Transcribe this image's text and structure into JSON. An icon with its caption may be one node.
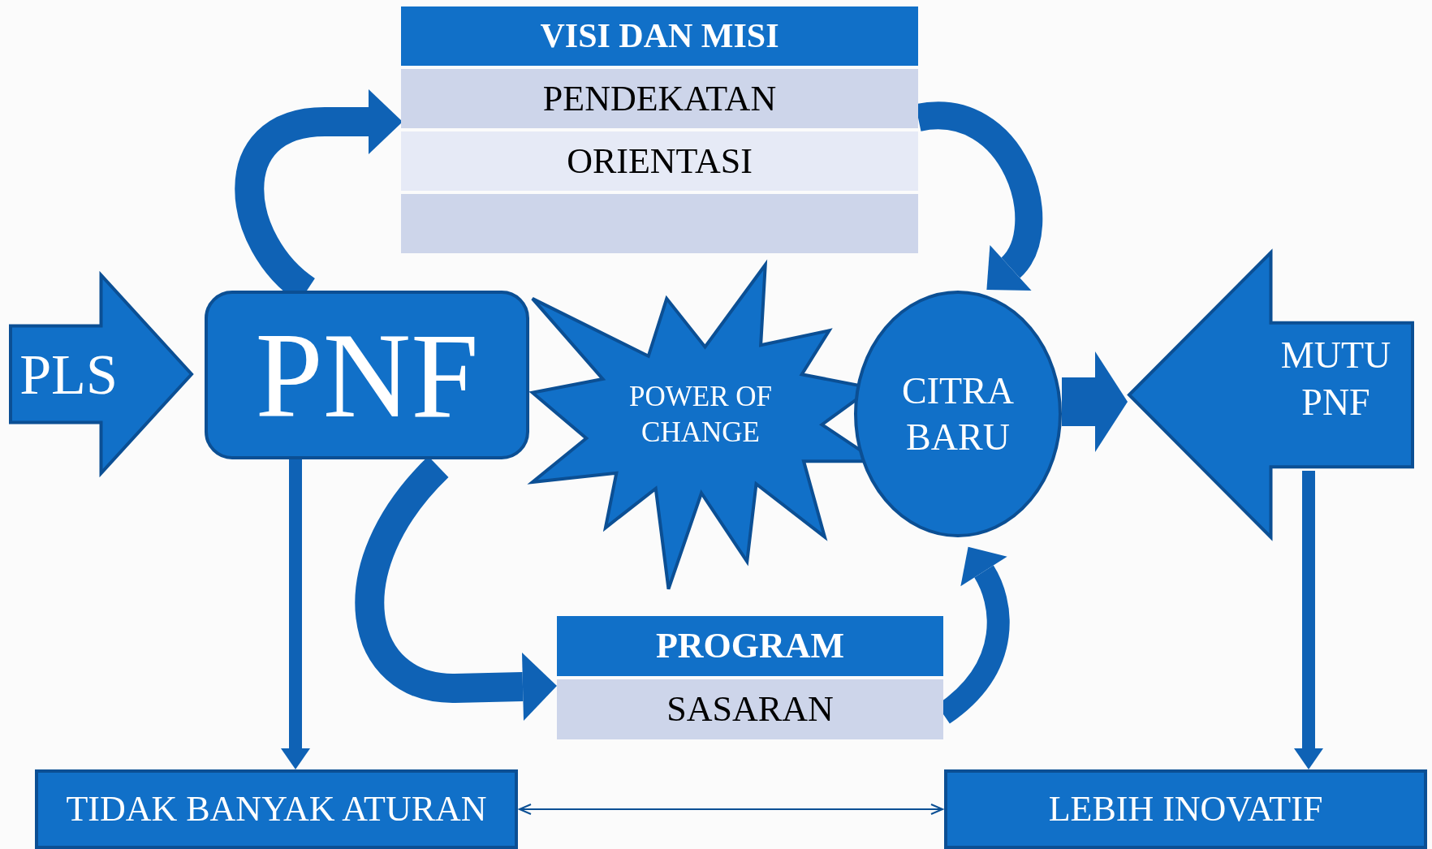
{
  "diagram": {
    "nodes": [
      {
        "text": [],
        "shape": "box"
      },
      {
        "text": [
          "VISI DAN MISI"
        ],
        "in": 0
      },
      {
        "text": [
          "PENDEKATAN"
        ],
        "in": 0
      },
      {
        "text": [
          "ORIENTASI"
        ],
        "in": 0
      },
      {
        "text": [],
        "shape": "box",
        "in": 0
      },
      {
        "text": [
          "PLS"
        ]
      },
      {
        "text": [
          "PNF"
        ]
      },
      {
        "text": [
          "POWER OF CHANGE"
        ]
      },
      {
        "text": [
          "CITRA BARU"
        ]
      },
      {
        "text": [
          "MUTU PNF"
        ]
      },
      {
        "text": [],
        "shape": "box"
      },
      {
        "text": [
          "PROGRAM"
        ],
        "in": 10
      },
      {
        "text": [
          "SASARAN"
        ],
        "in": 10
      },
      {
        "text": [
          "TIDAK BANYAK ATURAN"
        ]
      },
      {
        "text": [
          "LEBIH INOVATIF"
        ]
      }
    ],
    "edges": [
      {
        "from": 6,
        "to": 0,
        "arrow": "to"
      },
      {
        "from": 0,
        "to": 8,
        "arrow": "to"
      },
      {
        "from": 6,
        "to": 10,
        "arrow": "to"
      },
      {
        "from": 12,
        "to": 8,
        "arrow": "to"
      },
      {
        "from": 8,
        "to": 9,
        "arrow": "to",
        "style": "thick"
      },
      {
        "from": 6,
        "to": 13,
        "arrow": "to"
      },
      {
        "from": 9,
        "to": 14,
        "arrow": "to"
      },
      {
        "from": 13,
        "to": 14,
        "arrow": "both"
      }
    ]
  }
}
